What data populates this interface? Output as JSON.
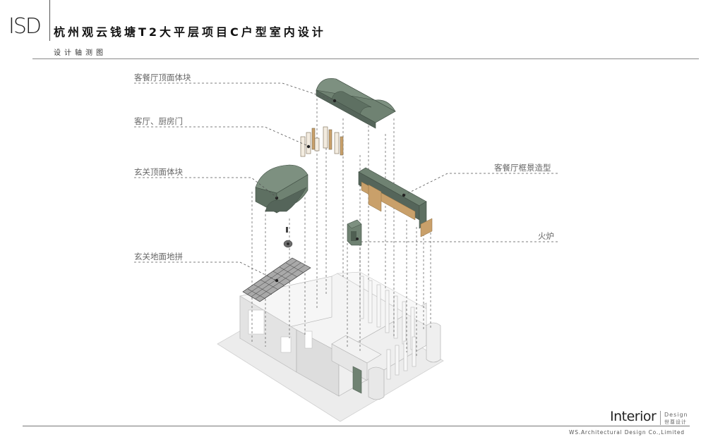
{
  "header": {
    "logo": "ISD",
    "title": "杭州观云钱塘T2大平层项目C户型室内设计",
    "subtitle": "设计轴测图"
  },
  "labels": {
    "living_ceiling": "客餐厅顶面体块",
    "kitchen_door": "客厅、厨房门",
    "living_frame": "客餐厅框景造型",
    "foyer_ceiling": "玄关顶面体块",
    "fireplace": "火炉",
    "foyer_floor": "玄关地面地拼"
  },
  "footer": {
    "brand": "Interior",
    "brand_sub1": "Design",
    "brand_sub2": "世尊设计",
    "company": "WS.Architectural Design Co.,Limited"
  },
  "colors": {
    "green": "#6f8272",
    "green_dark": "#4f5f52",
    "wood": "#c9a06a",
    "label": "#666666"
  }
}
